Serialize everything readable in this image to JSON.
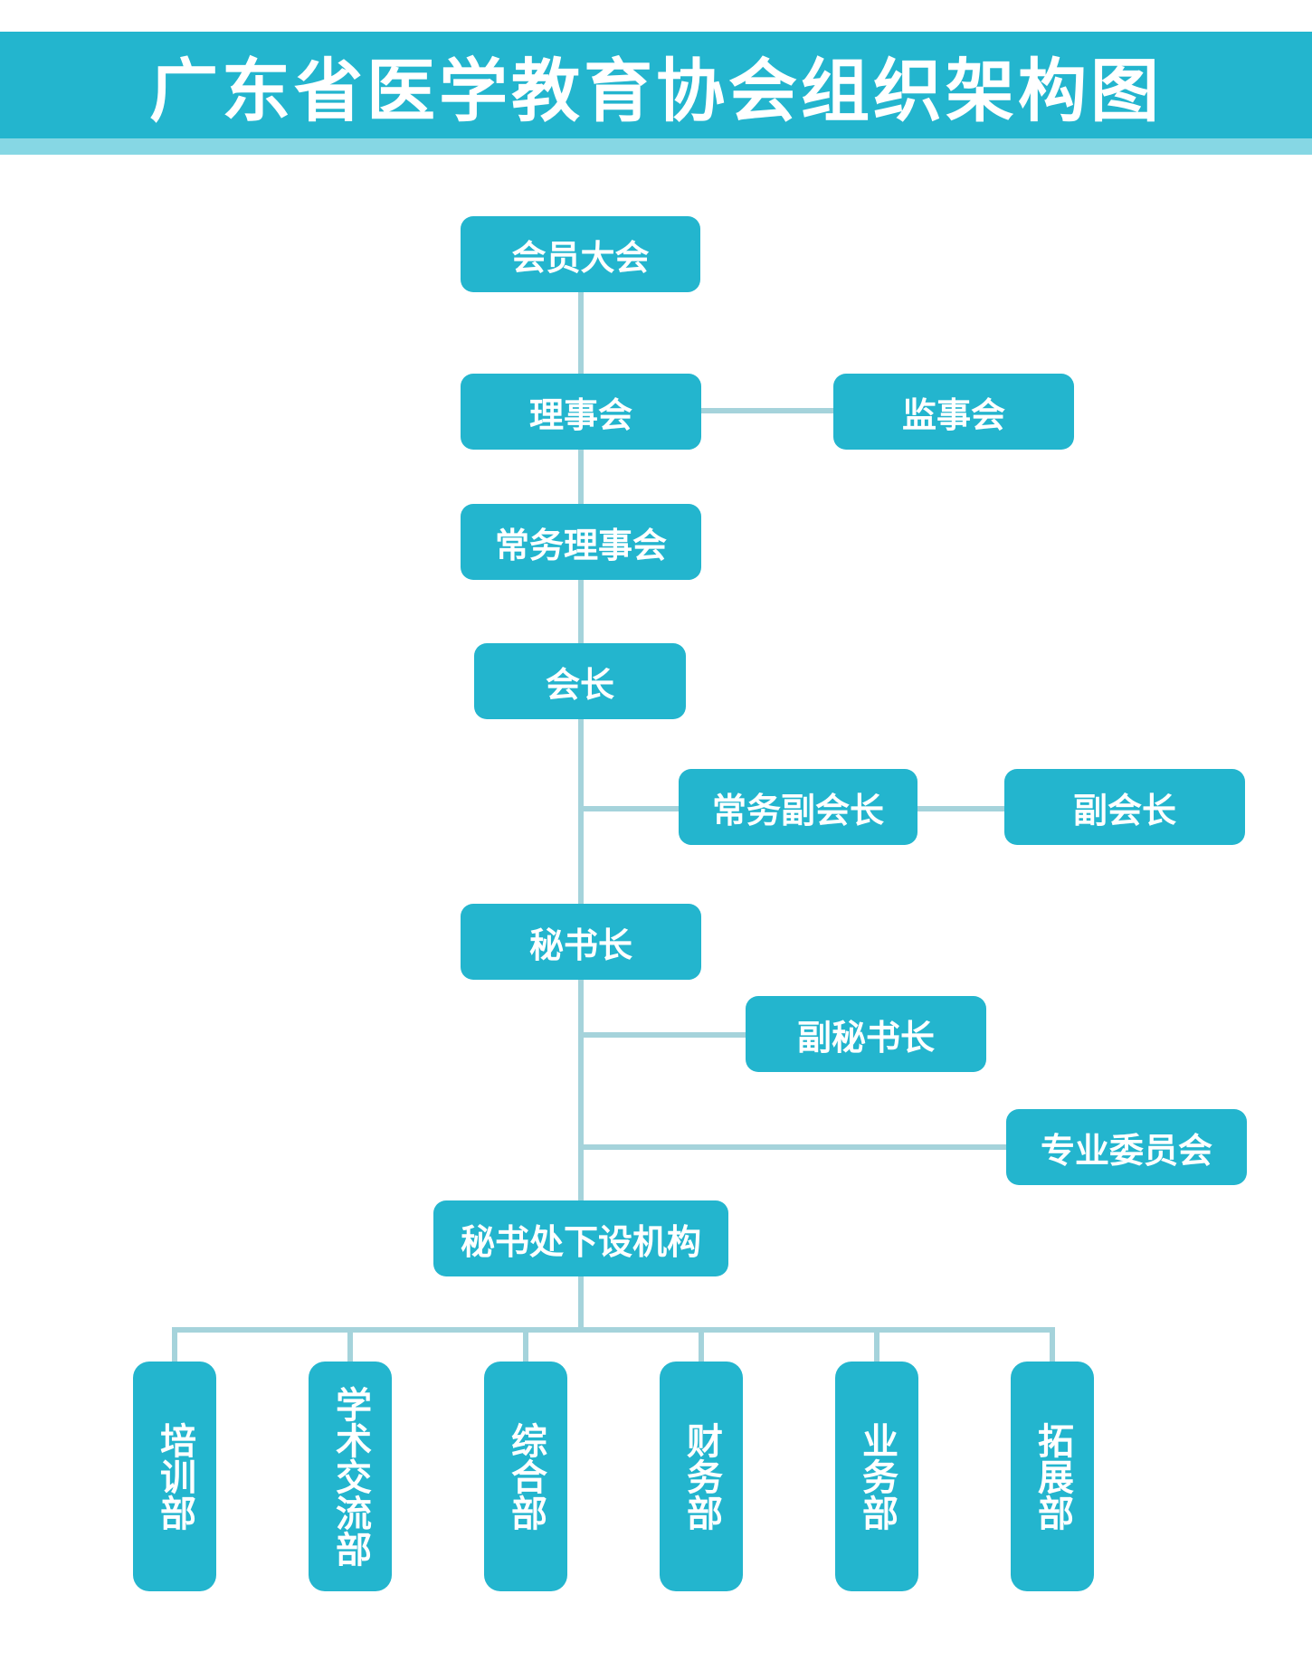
{
  "title": "广东省医学教育协会组织架构图",
  "nodes": {
    "general_assembly": "会员大会",
    "council": "理事会",
    "supervisory_board": "监事会",
    "standing_council": "常务理事会",
    "president": "会长",
    "executive_vice_president": "常务副会长",
    "vice_president": "副会长",
    "secretary_general": "秘书长",
    "deputy_secretary_general": "副秘书长",
    "specialized_committees": "专业委员会",
    "secretariat_bodies": "秘书处下设机构"
  },
  "departments": [
    "培训部",
    "学术交流部",
    "综合部",
    "财务部",
    "业务部",
    "拓展部"
  ],
  "colors": {
    "box": "#23b5ce",
    "title_bar": "#23b5ce",
    "title_stripe": "#86d7e4",
    "connector": "#a5d3db",
    "text": "#ffffff"
  }
}
